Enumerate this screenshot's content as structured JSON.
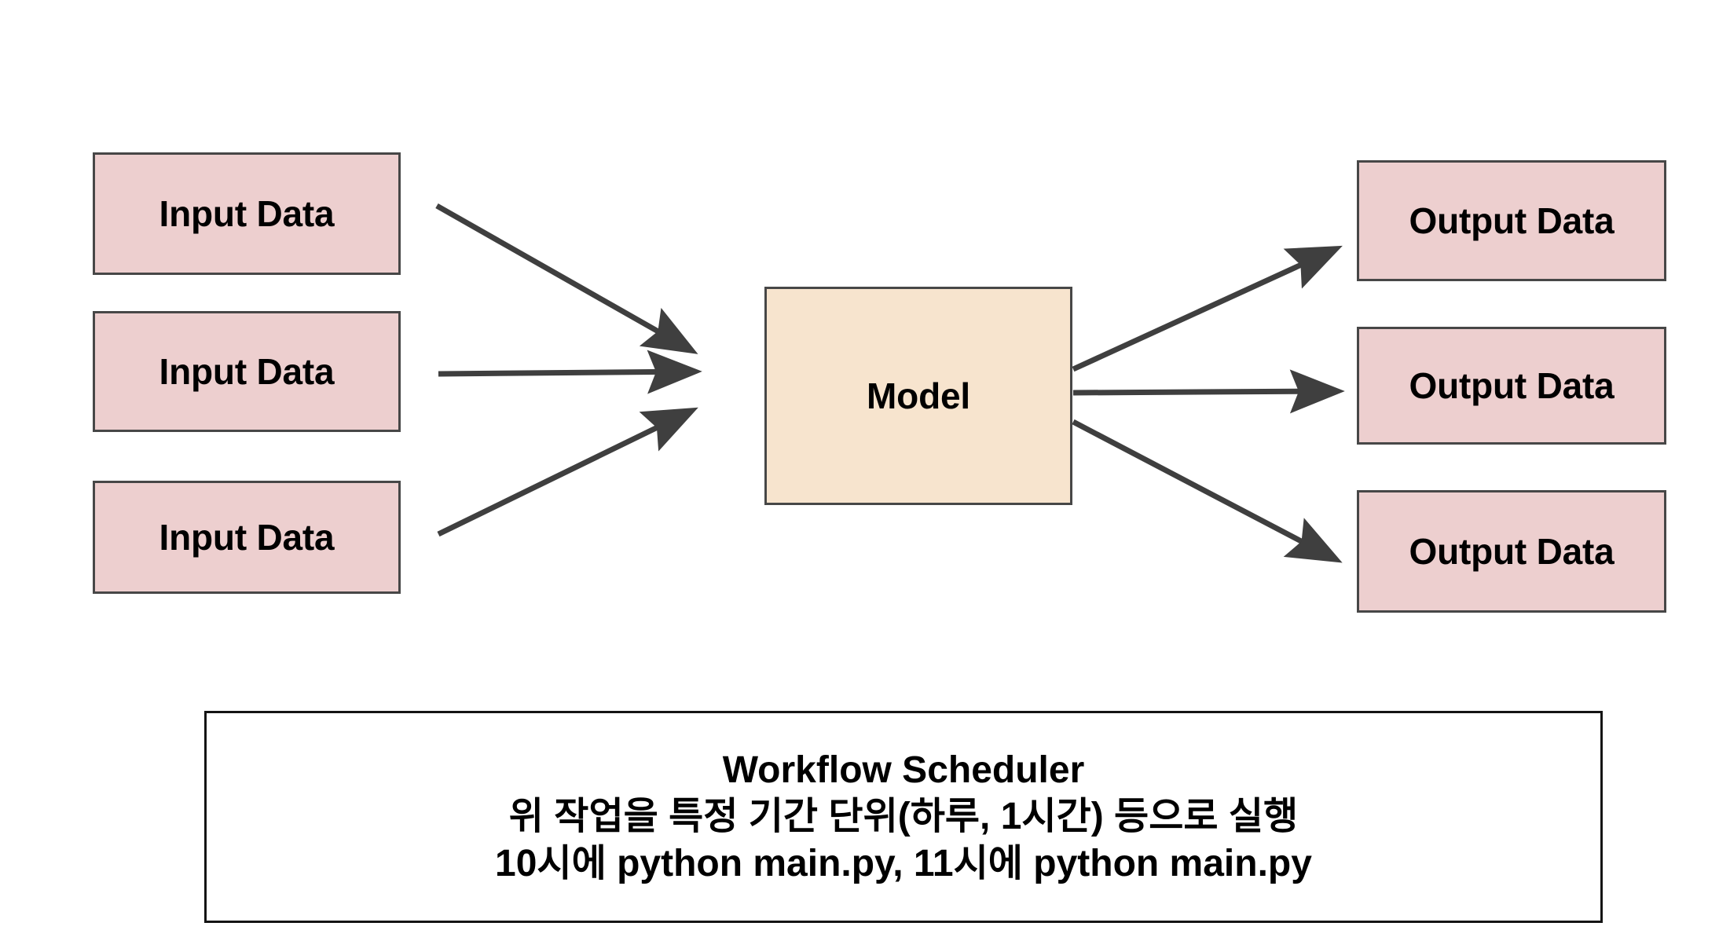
{
  "diagram": {
    "title": "Workflow Scheduler data pipeline diagram",
    "background_color": "#ffffff",
    "inputs": [
      {
        "label": "Input Data"
      },
      {
        "label": "Input Data"
      },
      {
        "label": "Input Data"
      }
    ],
    "model": {
      "label": "Model"
    },
    "outputs": [
      {
        "label": "Output Data"
      },
      {
        "label": "Output Data"
      },
      {
        "label": "Output Data"
      }
    ],
    "scheduler": {
      "line1": "Workflow Scheduler",
      "line2": "위 작업을 특정 기간 단위(하루, 1시간) 등으로 실행",
      "line3": "10시에 python main.py, 11시에 python main.py"
    },
    "colors": {
      "input_fill": "#edcfcf",
      "output_fill": "#edcfcf",
      "model_fill": "#f7e4ce",
      "node_border": "#474747",
      "arrow": "#3f3f3f",
      "panel_border": "#141414",
      "text": "#000000"
    },
    "arrows": {
      "count": 6,
      "in_to_model": 3,
      "model_to_out": 3
    }
  }
}
